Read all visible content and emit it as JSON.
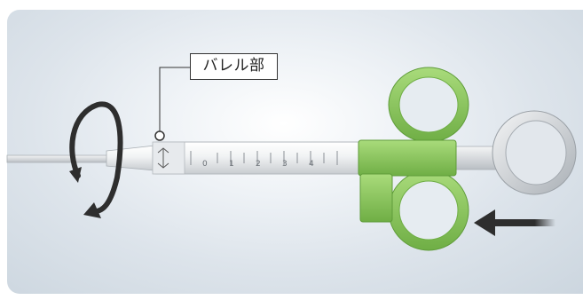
{
  "callout": {
    "label": "バレル部"
  },
  "syringe": {
    "scale_marks": [
      "0",
      "1",
      "2",
      "3",
      "4"
    ]
  },
  "colors": {
    "handle_green": "#8dc95a",
    "handle_green_dark": "#5f9c3a",
    "ring_gray": "#c9cdd1",
    "rotate_arrow": "#2e2e2e",
    "push_arrow": "#2e2e2e"
  }
}
